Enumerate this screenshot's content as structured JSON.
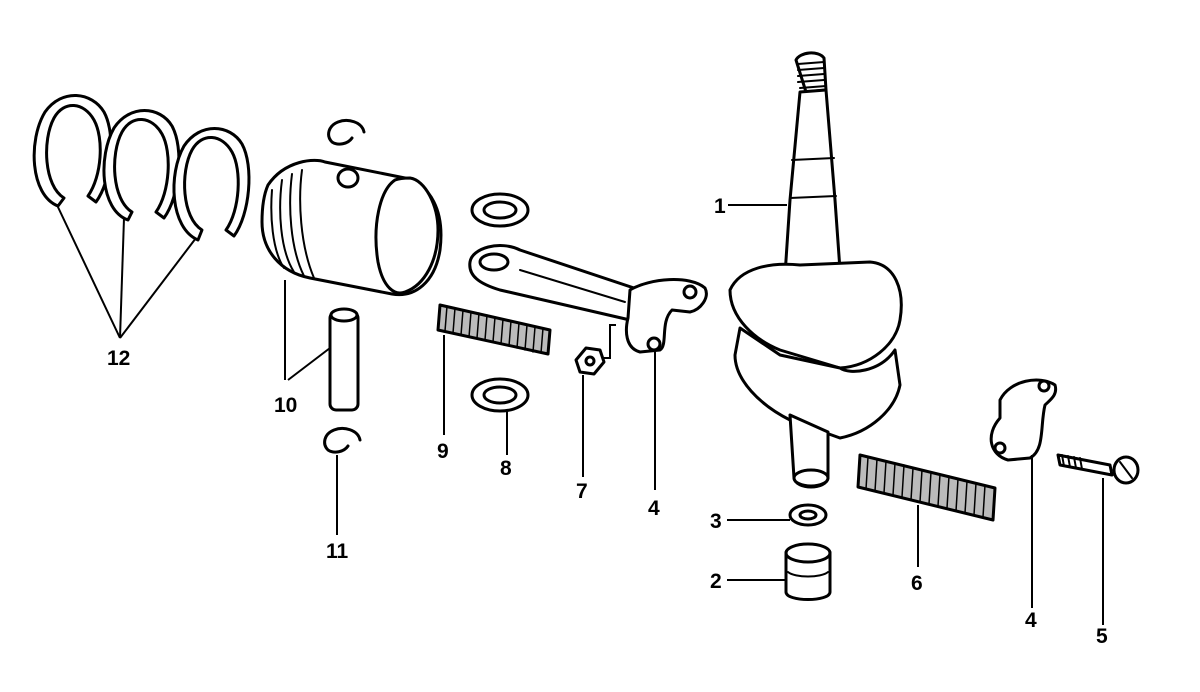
{
  "callouts": {
    "c1": "1",
    "c2": "2",
    "c3": "3",
    "c4a": "4",
    "c4b": "4",
    "c5": "5",
    "c6": "6",
    "c7": "7",
    "c8": "8",
    "c9": "9",
    "c10": "10",
    "c11": "11",
    "c12": "12"
  }
}
